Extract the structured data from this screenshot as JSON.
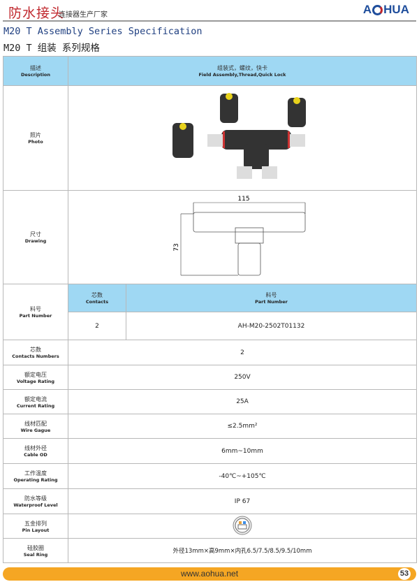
{
  "header": {
    "brand_cn": "防水接头",
    "brand_sub": "连接器生产厂家",
    "logo": "AOHUA",
    "title_en": "M20 T Assembly Series Specification",
    "title_cn": "M20 T 组装 系列规格"
  },
  "rows": {
    "description": {
      "cn": "描述",
      "en": "Description",
      "value_cn": "组装式，螺纹，快卡",
      "value_en": "Field Assembly,Thread,Quick Lock"
    },
    "photo": {
      "cn": "照片",
      "en": "Photo"
    },
    "drawing": {
      "cn": "尺寸",
      "en": "Drawing",
      "width": "115",
      "height": "73"
    },
    "part": {
      "cn": "料号",
      "en": "Part Number",
      "col1_cn": "芯数",
      "col1_en": "Contacts",
      "col2_cn": "料号",
      "col2_en": "Part Number",
      "contacts": "2",
      "part_number": "AH-M20-2502T01132"
    },
    "contacts": {
      "cn": "芯数",
      "en": "Contacts Numbers",
      "value": "2"
    },
    "voltage": {
      "cn": "额定电压",
      "en": "Voltage Rating",
      "value": "250V"
    },
    "current": {
      "cn": "额定电流",
      "en": "Current Rating",
      "value": "25A"
    },
    "wire": {
      "cn": "线材匹配",
      "en": "Wire Gague",
      "value": "≤2.5mm²"
    },
    "cable": {
      "cn": "线材外径",
      "en": "Cable OD",
      "value": "6mm~10mm"
    },
    "temp": {
      "cn": "工作温度",
      "en": "Operating Rating",
      "value": "-40℃~+105℃"
    },
    "ip": {
      "cn": "防水等级",
      "en": "Waterproof Level",
      "value": "IP 67"
    },
    "pin": {
      "cn": "五金排列",
      "en": "Pin Layout"
    },
    "seal": {
      "cn": "硅胶圈",
      "en": "Seal Ring",
      "value": "外径13mm×高9mm×内孔6.5/7.5/8.5/9.5/10mm"
    }
  },
  "footer": {
    "url": "www.aohua.net",
    "page": "53"
  }
}
